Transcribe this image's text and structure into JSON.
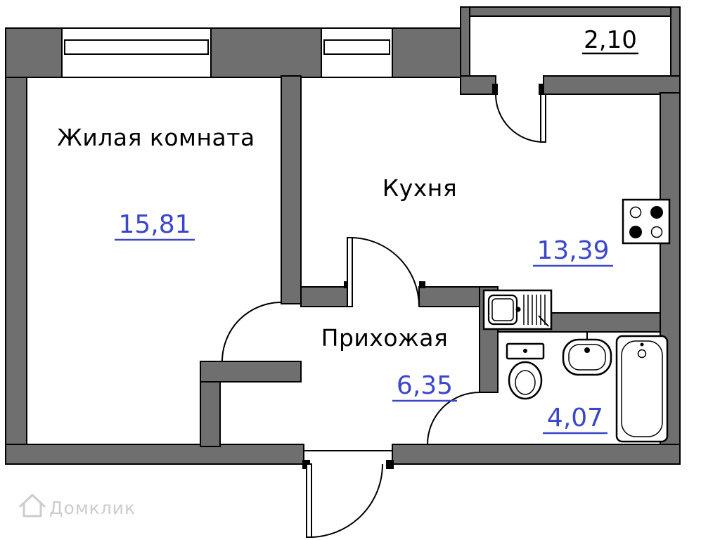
{
  "plan": {
    "colors": {
      "wall": "#6f6f6f",
      "outline": "#000000",
      "area": "#3b46c9",
      "label": "#000000",
      "watermark": "#cccccc",
      "bg": "#ffffff"
    }
  },
  "rooms": {
    "living": {
      "label": "Жилая комната",
      "area": "15,81"
    },
    "kitchen": {
      "label": "Кухня",
      "area": "13,39"
    },
    "hallway": {
      "label": "Прихожая",
      "area": "6,35"
    },
    "bathroom": {
      "area": "4,07"
    },
    "balcony": {
      "area": "2,10"
    }
  },
  "watermark": {
    "label": "Домклик"
  }
}
